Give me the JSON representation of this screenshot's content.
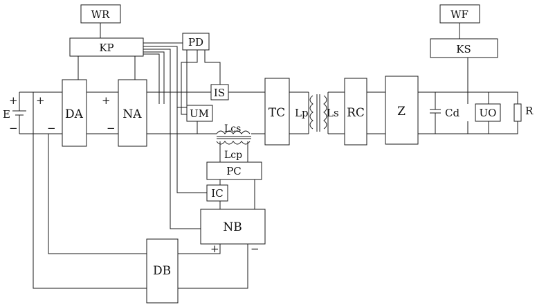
{
  "blocks": {
    "WR": "WR",
    "KP": "KP",
    "PD": "PD",
    "IS": "IS",
    "UM": "UM",
    "DA": "DA",
    "NA": "NA",
    "TC": "TC",
    "RC": "RC",
    "Z": "Z",
    "WF": "WF",
    "KS": "KS",
    "UO": "UO",
    "PC": "PC",
    "IC": "IC",
    "NB": "NB",
    "DB": "DB"
  },
  "labels": {
    "E": "E",
    "plus": "+",
    "minus": "−",
    "Lcs": "Lcs",
    "Lcp": "Lcp",
    "Lp": "Lp",
    "Ls": "Ls",
    "Cd": "Cd",
    "R": "R"
  },
  "colors": {
    "line": "#1a1a1a",
    "text": "#111111",
    "background": "#ffffff"
  }
}
